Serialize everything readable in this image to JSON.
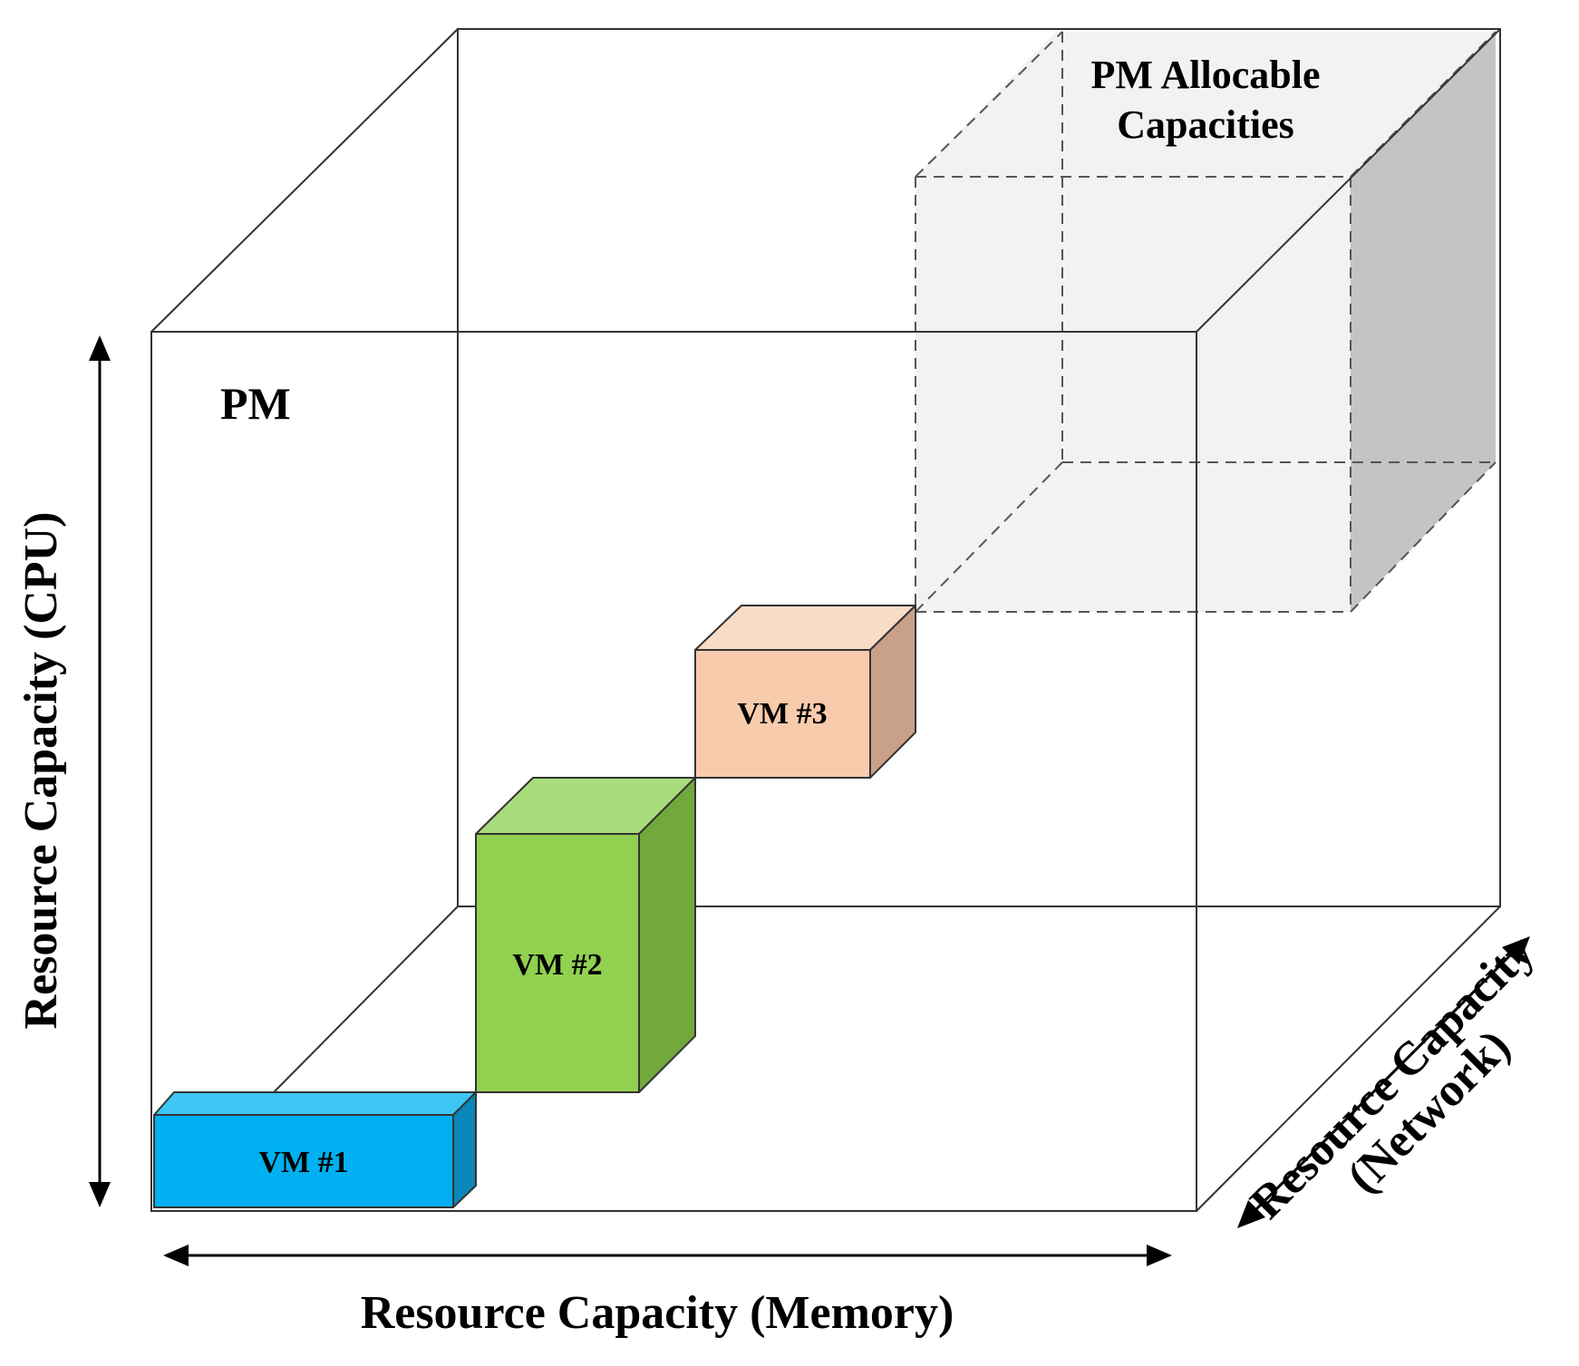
{
  "diagram": {
    "pm_label": "PM",
    "allocable": {
      "line1": "PM Allocable",
      "line2": "Capacities",
      "colors": {
        "front": "#f2f2f2",
        "side": "#c4c4c4"
      }
    },
    "vms": [
      {
        "label": "VM #1",
        "colors": {
          "front": "#00b0f0",
          "top": "#3ec6f5",
          "side": "#0a86b8"
        }
      },
      {
        "label": "VM #2",
        "colors": {
          "front": "#92d050",
          "top": "#a9dc7a",
          "side": "#73a83c"
        }
      },
      {
        "label": "VM #3",
        "colors": {
          "front": "#f8cbad",
          "top": "#f9dcc6",
          "side": "#c9a188"
        }
      }
    ],
    "axes": {
      "cpu": "Resource Capacity (CPU)",
      "memory": "Resource Capacity (Memory)",
      "network_line1": "Resource Capacity",
      "network_line2": "(Network)"
    }
  }
}
